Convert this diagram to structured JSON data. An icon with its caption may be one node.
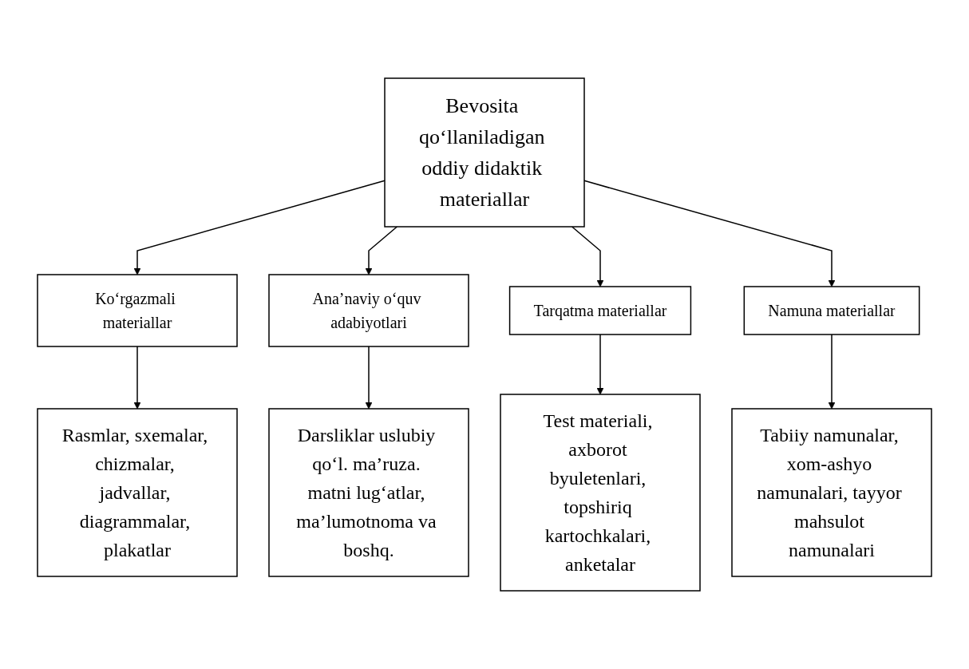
{
  "diagram": {
    "nodes": [
      {
        "text": [
          "Bevosita qo‘llaniladigan oddiy didaktik materiallar"
        ]
      },
      {
        "text": [
          "Ko‘rgazmali materiallar"
        ]
      },
      {
        "text": [
          "Ana’naviy o‘quv adabiyotlari"
        ]
      },
      {
        "text": [
          "Tarqatma materiallar"
        ]
      },
      {
        "text": [
          "Namuna materiallar"
        ]
      },
      {
        "text": [
          "Rasmlar, sxemalar, chizmalar, jadvallar, diagrammalar, plakatlar"
        ]
      },
      {
        "text": [
          "Darsliklar uslubiy qo‘l. ma’ruza. matni lug‘atlar, ma’lumotnoma va boshq."
        ]
      },
      {
        "text": [
          "Test materiali, axborot byuletenlari, topshiriq kartochkalari, anketalar"
        ]
      },
      {
        "text": [
          "Tabiiy namunalar, xom-ashyo namunalari, tayyor mahsulot namunalari"
        ]
      }
    ],
    "edges": [
      {
        "from": 0,
        "to": 1,
        "arrow": "to"
      },
      {
        "from": 0,
        "to": 2,
        "arrow": "to"
      },
      {
        "from": 0,
        "to": 3,
        "arrow": "to"
      },
      {
        "from": 0,
        "to": 4,
        "arrow": "to"
      },
      {
        "from": 1,
        "to": 5,
        "arrow": "to"
      },
      {
        "from": 2,
        "to": 6,
        "arrow": "to"
      },
      {
        "from": 3,
        "to": 7,
        "arrow": "to"
      },
      {
        "from": 4,
        "to": 8,
        "arrow": "to"
      }
    ]
  }
}
